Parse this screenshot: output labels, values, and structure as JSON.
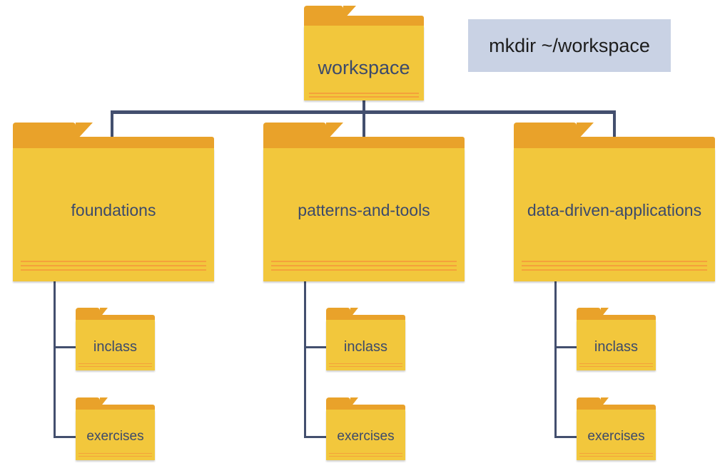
{
  "root": {
    "name": "workspace"
  },
  "command": "mkdir ~/workspace",
  "children": [
    {
      "name": "foundations",
      "subfolders": [
        "inclass",
        "exercises"
      ]
    },
    {
      "name": "patterns-and-tools",
      "subfolders": [
        "inclass",
        "exercises"
      ]
    },
    {
      "name": "data-driven-applications",
      "subfolders": [
        "inclass",
        "exercises"
      ]
    }
  ],
  "colors": {
    "folder_front": "#f2c73c",
    "folder_back": "#e9a22a",
    "connector": "#434f6e",
    "command_bg": "#c9d2e4",
    "label_text": "#3c4a6b"
  }
}
